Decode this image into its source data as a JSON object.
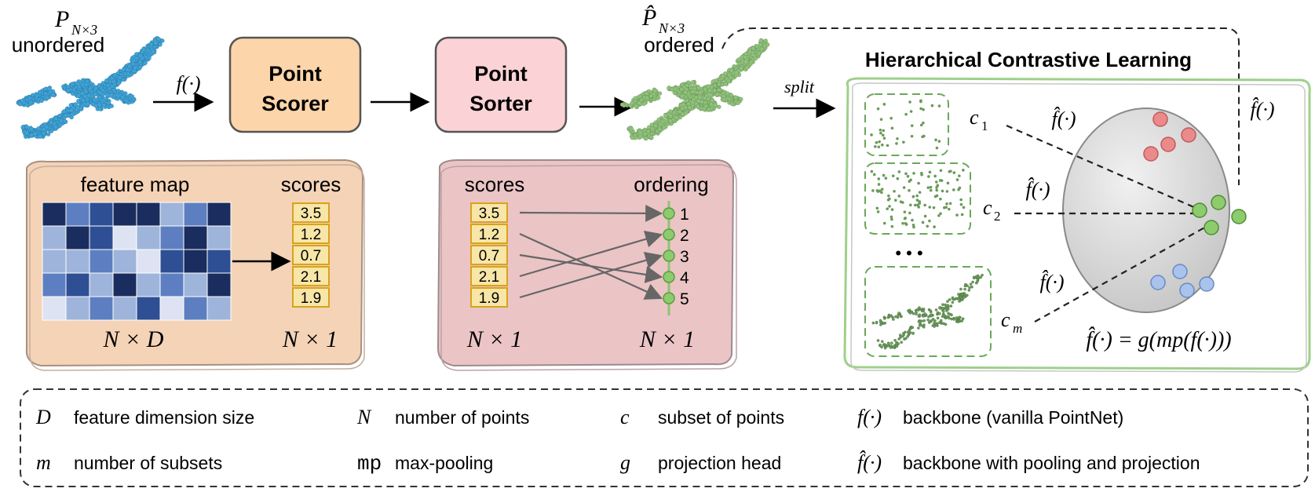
{
  "input": {
    "symbol": "P",
    "subscript": "N×3",
    "label": "unordered"
  },
  "output": {
    "symbol": "P̂",
    "subscript": "N×3",
    "label": "ordered"
  },
  "f_label": "f(·)",
  "split_label": "split",
  "point_scorer": {
    "line1": "Point",
    "line2": "Scorer"
  },
  "point_sorter": {
    "line1": "Point",
    "line2": "Sorter"
  },
  "scorer_panel": {
    "feature_map_label": "feature map",
    "scores_label": "scores",
    "scores": [
      "3.5",
      "1.2",
      "0.7",
      "2.1",
      "1.9"
    ],
    "dim_left": "N × D",
    "dim_right": "N × 1",
    "heatmap_shades": [
      [
        5,
        3,
        4,
        5,
        5,
        2,
        3,
        5
      ],
      [
        2,
        5,
        4,
        1,
        2,
        3,
        5,
        2
      ],
      [
        2,
        2,
        3,
        2,
        1,
        4,
        5,
        4
      ],
      [
        3,
        4,
        2,
        5,
        2,
        3,
        2,
        5
      ],
      [
        1,
        2,
        3,
        2,
        4,
        1,
        3,
        2
      ]
    ],
    "heatmap_colors": [
      "#ffffff",
      "#dde3f2",
      "#9eb4db",
      "#5d7fc2",
      "#2f4f94",
      "#1a2d5e"
    ]
  },
  "sorter_panel": {
    "scores_label": "scores",
    "ordering_label": "ordering",
    "scores": [
      "3.5",
      "1.2",
      "0.7",
      "2.1",
      "1.9"
    ],
    "ordering": [
      "1",
      "2",
      "3",
      "4",
      "5"
    ],
    "mapping": [
      0,
      4,
      3,
      1,
      2
    ],
    "dim_left": "N × 1",
    "dim_right": "N × 1"
  },
  "hcl": {
    "title": "Hierarchical Contrastive Learning",
    "c1": "c",
    "c1_sub": "1",
    "c2": "c",
    "c2_sub": "2",
    "cm": "c",
    "cm_sub": "m",
    "fhat": "f̂(·)",
    "dots": "• • •",
    "equation": "f̂(·) = g(mp(f(·)))"
  },
  "legend": [
    {
      "symbol": "D",
      "style": "serif",
      "text": "feature dimension size"
    },
    {
      "symbol": "N",
      "style": "serif",
      "text": "number of points"
    },
    {
      "symbol": "c",
      "style": "serif",
      "text": "subset of points"
    },
    {
      "symbol": "f(·)",
      "style": "serif",
      "text": "backbone (vanilla PointNet)"
    },
    {
      "symbol": "m",
      "style": "serif",
      "text": "number of subsets"
    },
    {
      "symbol": "mp",
      "style": "mono",
      "text": "max-pooling"
    },
    {
      "symbol": "g",
      "style": "serif",
      "text": "projection head"
    },
    {
      "symbol": "f̂(·)",
      "style": "serif",
      "text": "backbone with pooling and projection"
    }
  ],
  "colors": {
    "blue_plane": "#3ea3d8",
    "green_plane": "#8fc27a",
    "scorer_fill": "#fcd5aa",
    "scorer_panel": "#f4d3b7",
    "sorter_fill": "#fbd3d6",
    "sorter_panel": "#ebc4c6",
    "score_box": "#f7e6a7",
    "score_border": "#d9a21a",
    "green_dot": "#8ccc6d",
    "red_dot": "#eb8a8a",
    "blue_dot": "#a8c4ec"
  }
}
